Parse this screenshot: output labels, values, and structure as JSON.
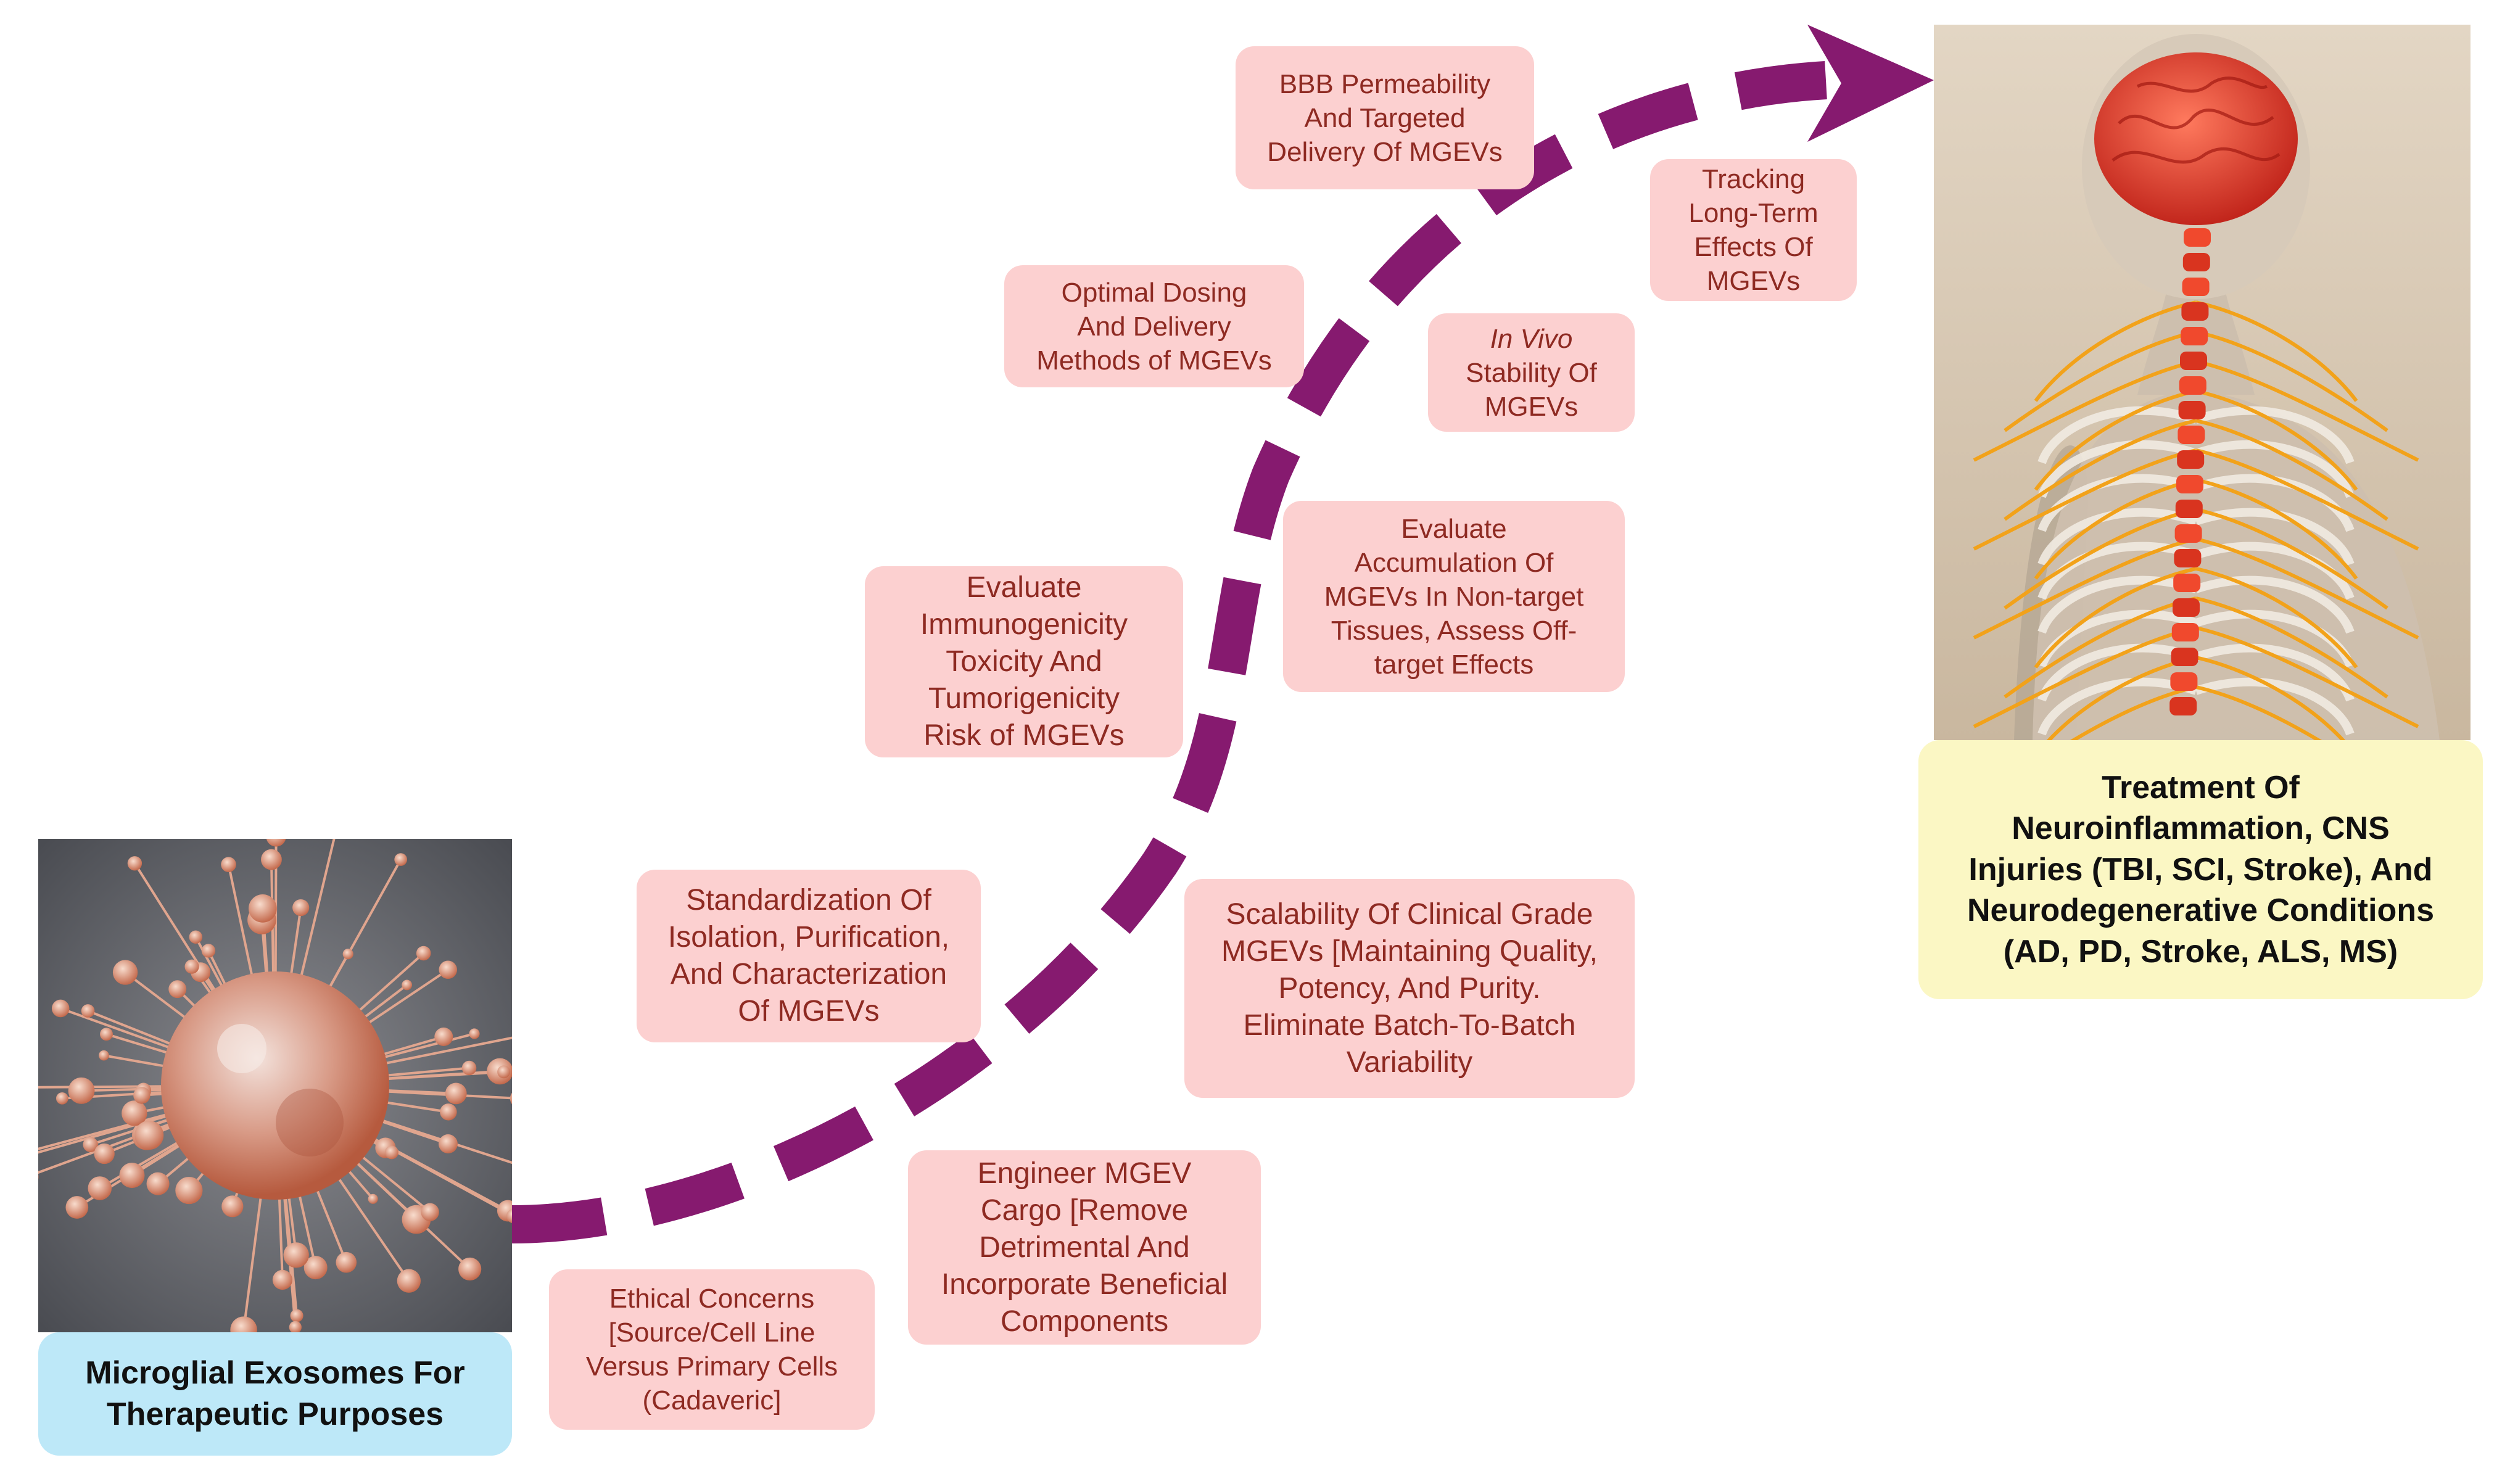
{
  "colors": {
    "arrow": "#861a6f",
    "box_fill": "#fcd0d0",
    "box_text": "#8e2a22",
    "left_caption_fill": "#bde8f8",
    "right_caption_fill": "#fbf7c4"
  },
  "left_panel": {
    "image": "microglia-exosome-illustration",
    "caption_lines": [
      "Microglial Exosomes For",
      "Therapeutic Purposes"
    ]
  },
  "right_panel": {
    "image": "human-nervous-system-illustration",
    "caption_lines": [
      "Treatment Of",
      "Neuroinflammation, CNS",
      "Injuries (TBI, SCI, Stroke), And",
      "Neurodegenerative Conditions",
      "(AD, PD, Stroke, ALS, MS)"
    ]
  },
  "challenges": [
    {
      "id": "ethical",
      "lines": [
        "Ethical Concerns",
        "[Source/Cell Line",
        "Versus Primary Cells",
        "(Cadaveric]"
      ]
    },
    {
      "id": "engineer",
      "lines": [
        "Engineer MGEV",
        "Cargo [Remove",
        "Detrimental And",
        "Incorporate Beneficial",
        "Components"
      ]
    },
    {
      "id": "standardization",
      "lines": [
        "Standardization Of",
        "Isolation, Purification,",
        "And Characterization",
        "Of MGEVs"
      ]
    },
    {
      "id": "scalability",
      "lines": [
        "Scalability Of Clinical Grade",
        "MGEVs [Maintaining Quality,",
        "Potency, And Purity.",
        "Eliminate Batch-To-Batch",
        "Variability"
      ]
    },
    {
      "id": "immunogenicity",
      "lines": [
        "Evaluate",
        "Immunogenicity",
        "Toxicity And",
        "Tumorigenicity",
        "Risk of MGEVs"
      ]
    },
    {
      "id": "accumulation",
      "lines": [
        "Evaluate",
        "Accumulation Of",
        "MGEVs In Non-target",
        "Tissues,  Assess Off-",
        "target Effects"
      ]
    },
    {
      "id": "dosing",
      "lines": [
        "Optimal Dosing",
        "And Delivery",
        "Methods of MGEVs"
      ]
    },
    {
      "id": "stability",
      "lines": [
        "In Vivo",
        "Stability Of",
        "MGEVs"
      ]
    },
    {
      "id": "bbb",
      "lines": [
        "BBB Permeability",
        "And Targeted",
        "Delivery Of MGEVs"
      ]
    },
    {
      "id": "tracking",
      "lines": [
        "Tracking",
        "Long-Term",
        "Effects Of",
        "MGEVs"
      ]
    }
  ]
}
